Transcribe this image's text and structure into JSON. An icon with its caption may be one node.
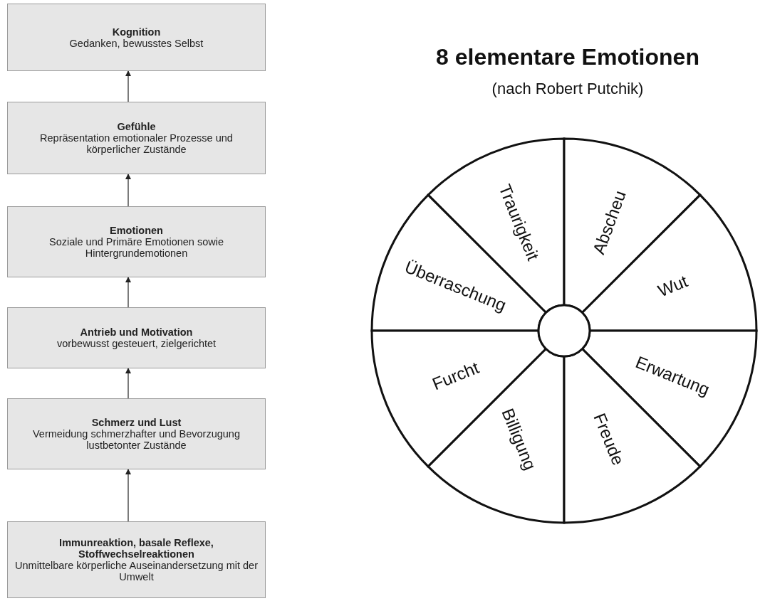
{
  "diagram": {
    "nodes": [
      {
        "text": [
          "Kognition",
          "Gedanken, bewusstes Selbst"
        ]
      },
      {
        "text": [
          "Gefühle",
          "Repräsentation emotionaler Prozesse und körperlicher Zustände"
        ]
      },
      {
        "text": [
          "Emotionen",
          "Soziale und Primäre Emotionen sowie Hintergrundemotionen"
        ]
      },
      {
        "text": [
          "Antrieb und Motivation",
          "vorbewusst gesteuert, zielgerichtet"
        ]
      },
      {
        "text": [
          "Schmerz und Lust",
          "Vermeidung schmerzhafter und Bevorzugung lustbetonter Zustände"
        ]
      },
      {
        "text": [
          "Immunreaktion, basale Reflexe, Stoffwechselreaktionen",
          "Unmittelbare körperliche Auseinandersetzung mit der Umwelt"
        ]
      },
      {
        "text": [
          "Traurigkeit"
        ]
      },
      {
        "text": [
          "Abscheu"
        ]
      },
      {
        "text": [
          "Überraschung"
        ]
      },
      {
        "text": [
          "Wut"
        ]
      },
      {
        "text": [
          "Furcht"
        ]
      },
      {
        "text": [
          "Erwartung"
        ]
      },
      {
        "text": [
          "Billigung"
        ]
      },
      {
        "text": [
          "Freude"
        ]
      },
      {
        "text": [],
        "shape": "circle"
      }
    ],
    "edges": [
      {
        "from": 5,
        "to": 4,
        "arrow": "to"
      },
      {
        "from": 4,
        "to": 3,
        "arrow": "to"
      },
      {
        "from": 3,
        "to": 2,
        "arrow": "to"
      },
      {
        "from": 2,
        "to": 1,
        "arrow": "to"
      },
      {
        "from": 1,
        "to": 0,
        "arrow": "to"
      }
    ],
    "labels": [
      "8 elementare Emotionen",
      "(nach Robert Putchik)"
    ]
  }
}
